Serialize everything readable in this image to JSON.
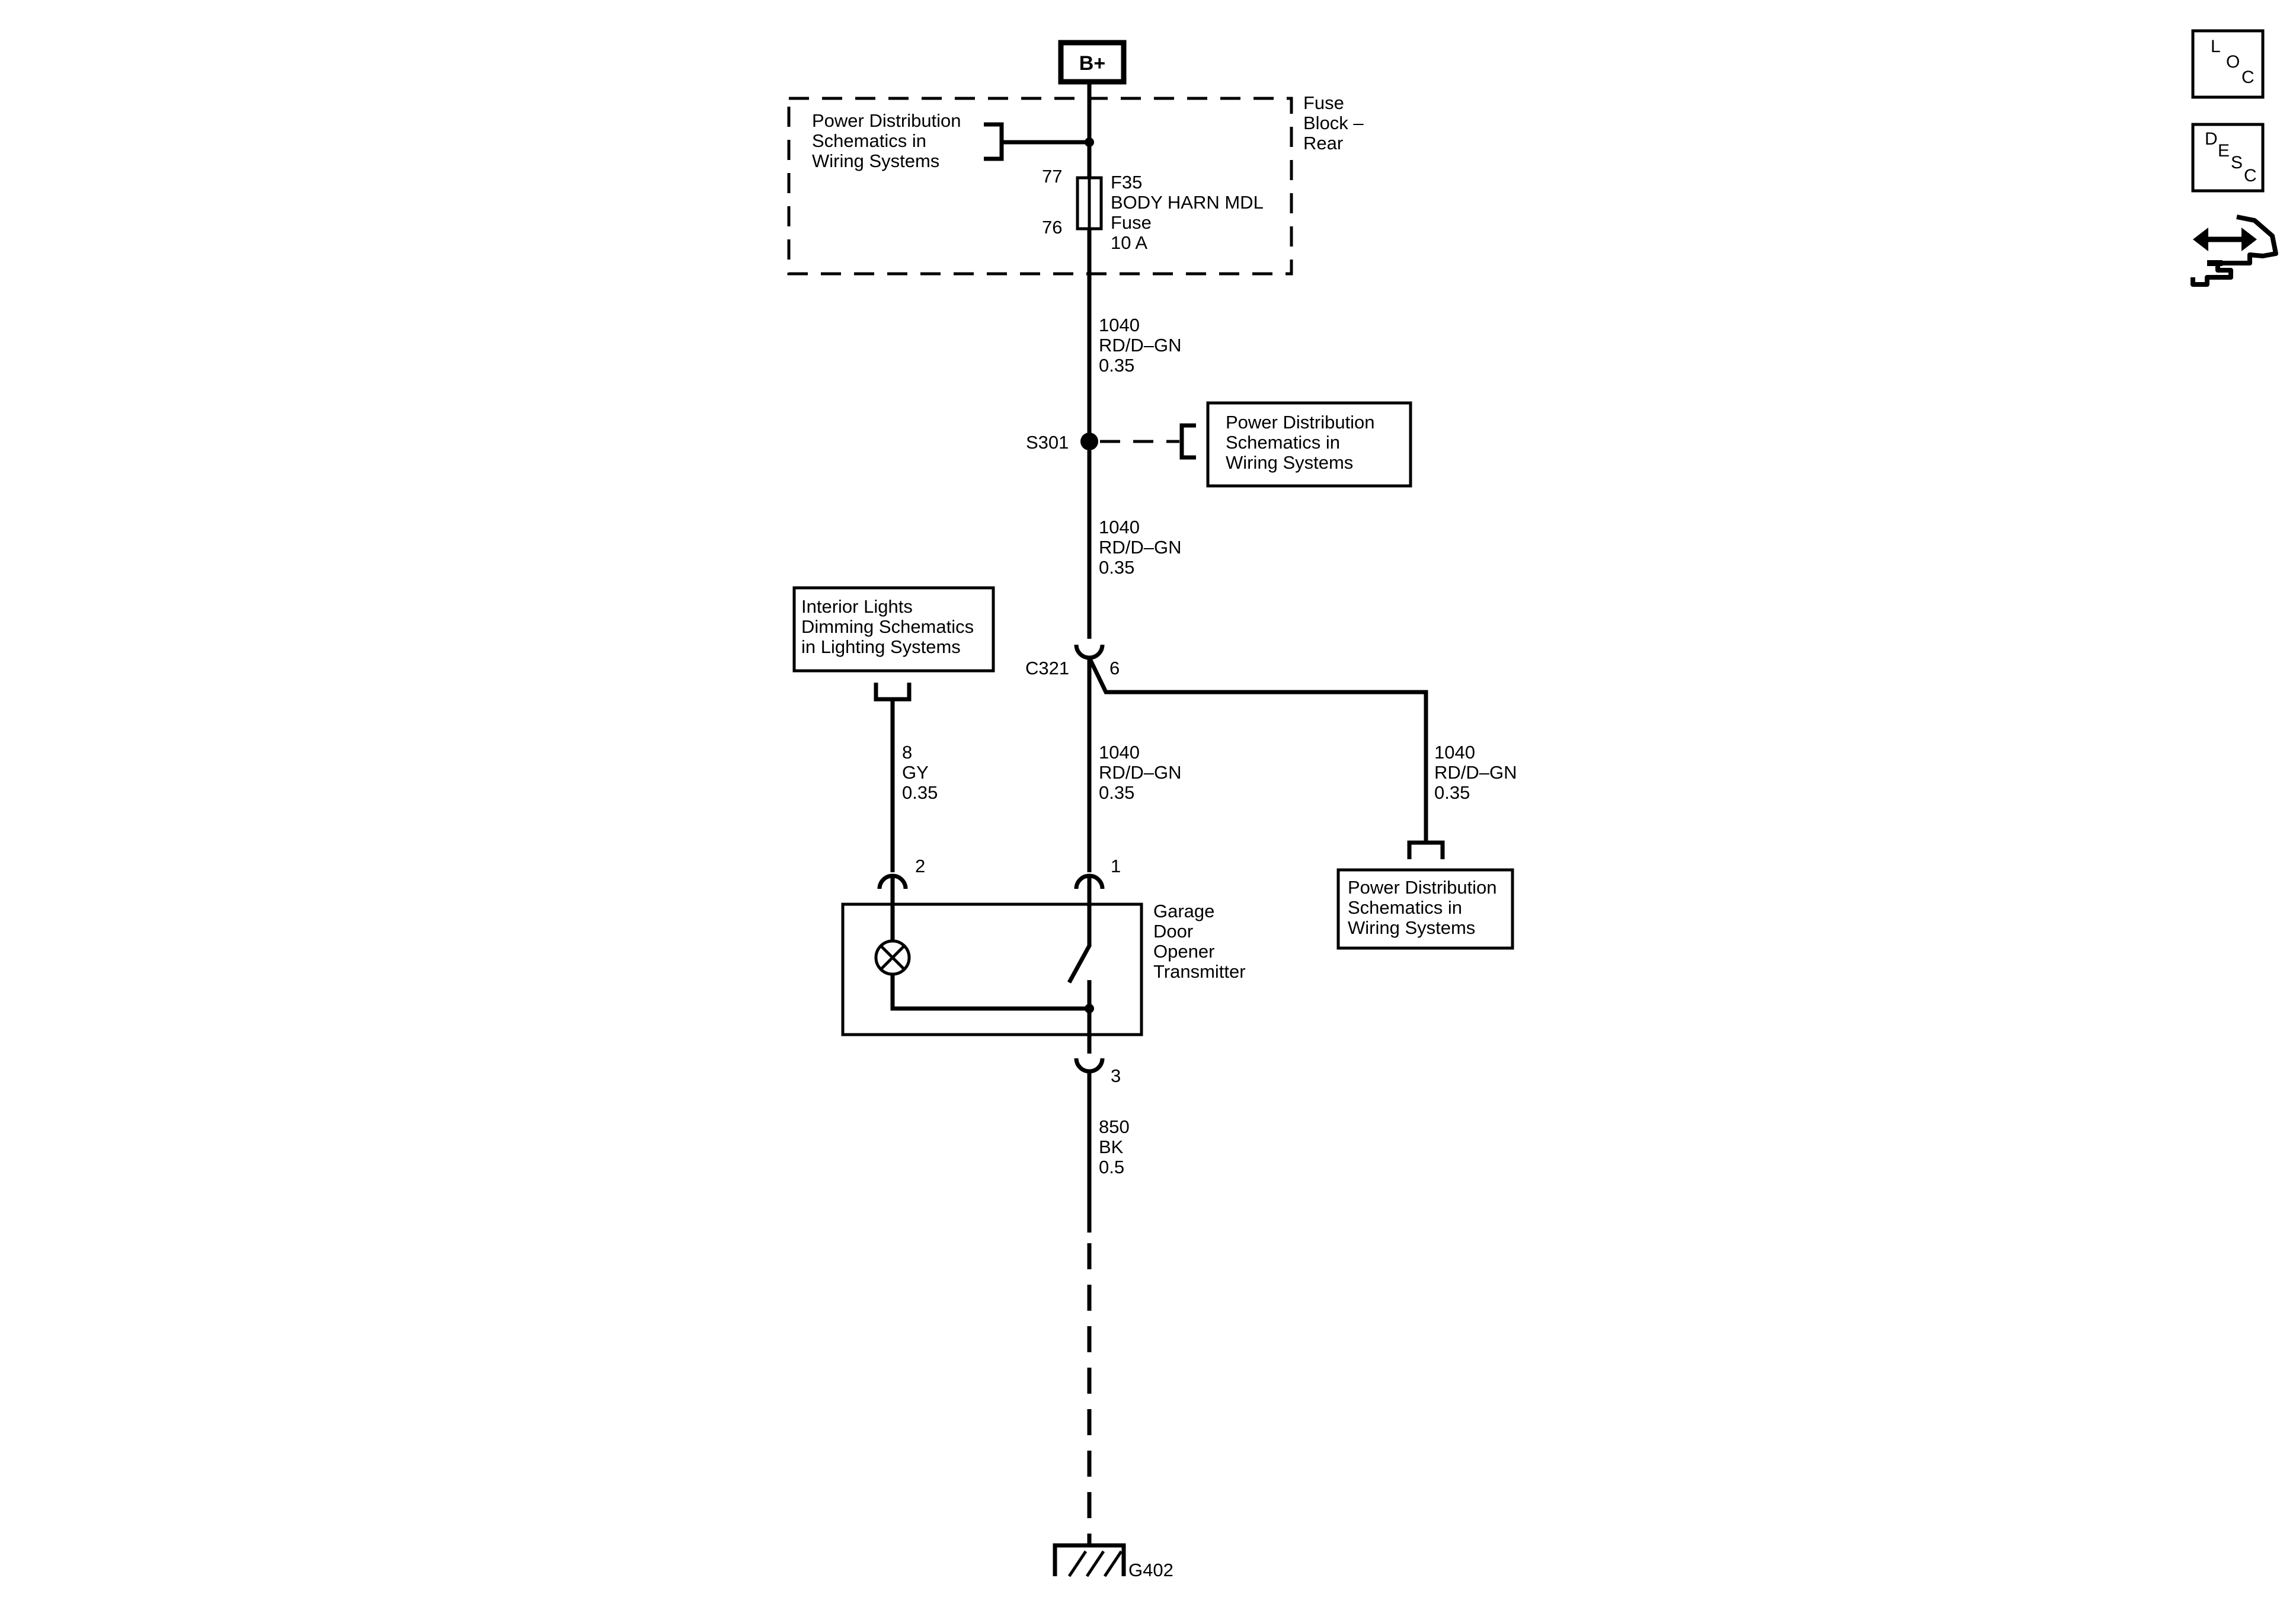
{
  "power": {
    "label": "B+"
  },
  "fuse_block": {
    "title_lines": [
      "Fuse",
      "Block –",
      "Rear"
    ],
    "ref_lines": [
      "Power Distribution",
      "Schematics in",
      "Wiring Systems"
    ]
  },
  "fuse": {
    "pin_in": "77",
    "pin_out": "76",
    "lines": [
      "F35",
      "BODY HARN MDL",
      "Fuse",
      "10 A"
    ]
  },
  "wires": {
    "w1": [
      "1040",
      "RD/D–GN",
      "0.35"
    ],
    "w2": [
      "1040",
      "RD/D–GN",
      "0.35"
    ],
    "w3": [
      "1040",
      "RD/D–GN",
      "0.35"
    ],
    "w4": [
      "1040",
      "RD/D–GN",
      "0.35"
    ],
    "w_gy": [
      "8",
      "GY",
      "0.35"
    ],
    "w_gnd": [
      "850",
      "BK",
      "0.5"
    ]
  },
  "splice": {
    "label": "S301",
    "ref_lines": [
      "Power Distribution",
      "Schematics in",
      "Wiring Systems"
    ]
  },
  "connector": {
    "label": "C321",
    "pin": "6"
  },
  "interior_lights_ref": {
    "lines": [
      "Interior Lights",
      "Dimming Schematics",
      "in Lighting Systems"
    ]
  },
  "right_ref": {
    "lines": [
      "Power Distribution",
      "Schematics in",
      "Wiring Systems"
    ]
  },
  "transmitter": {
    "pin_lamp": "2",
    "pin_power": "1",
    "pin_ground": "3",
    "name_lines": [
      "Garage",
      "Door",
      "Opener",
      "Transmitter"
    ]
  },
  "ground": {
    "label": "G402"
  },
  "side_icons": {
    "loc": [
      "L",
      "O",
      "C"
    ],
    "desc": [
      "D",
      "E",
      "S",
      "C"
    ],
    "swap_icon": "connector-swap-icon"
  }
}
